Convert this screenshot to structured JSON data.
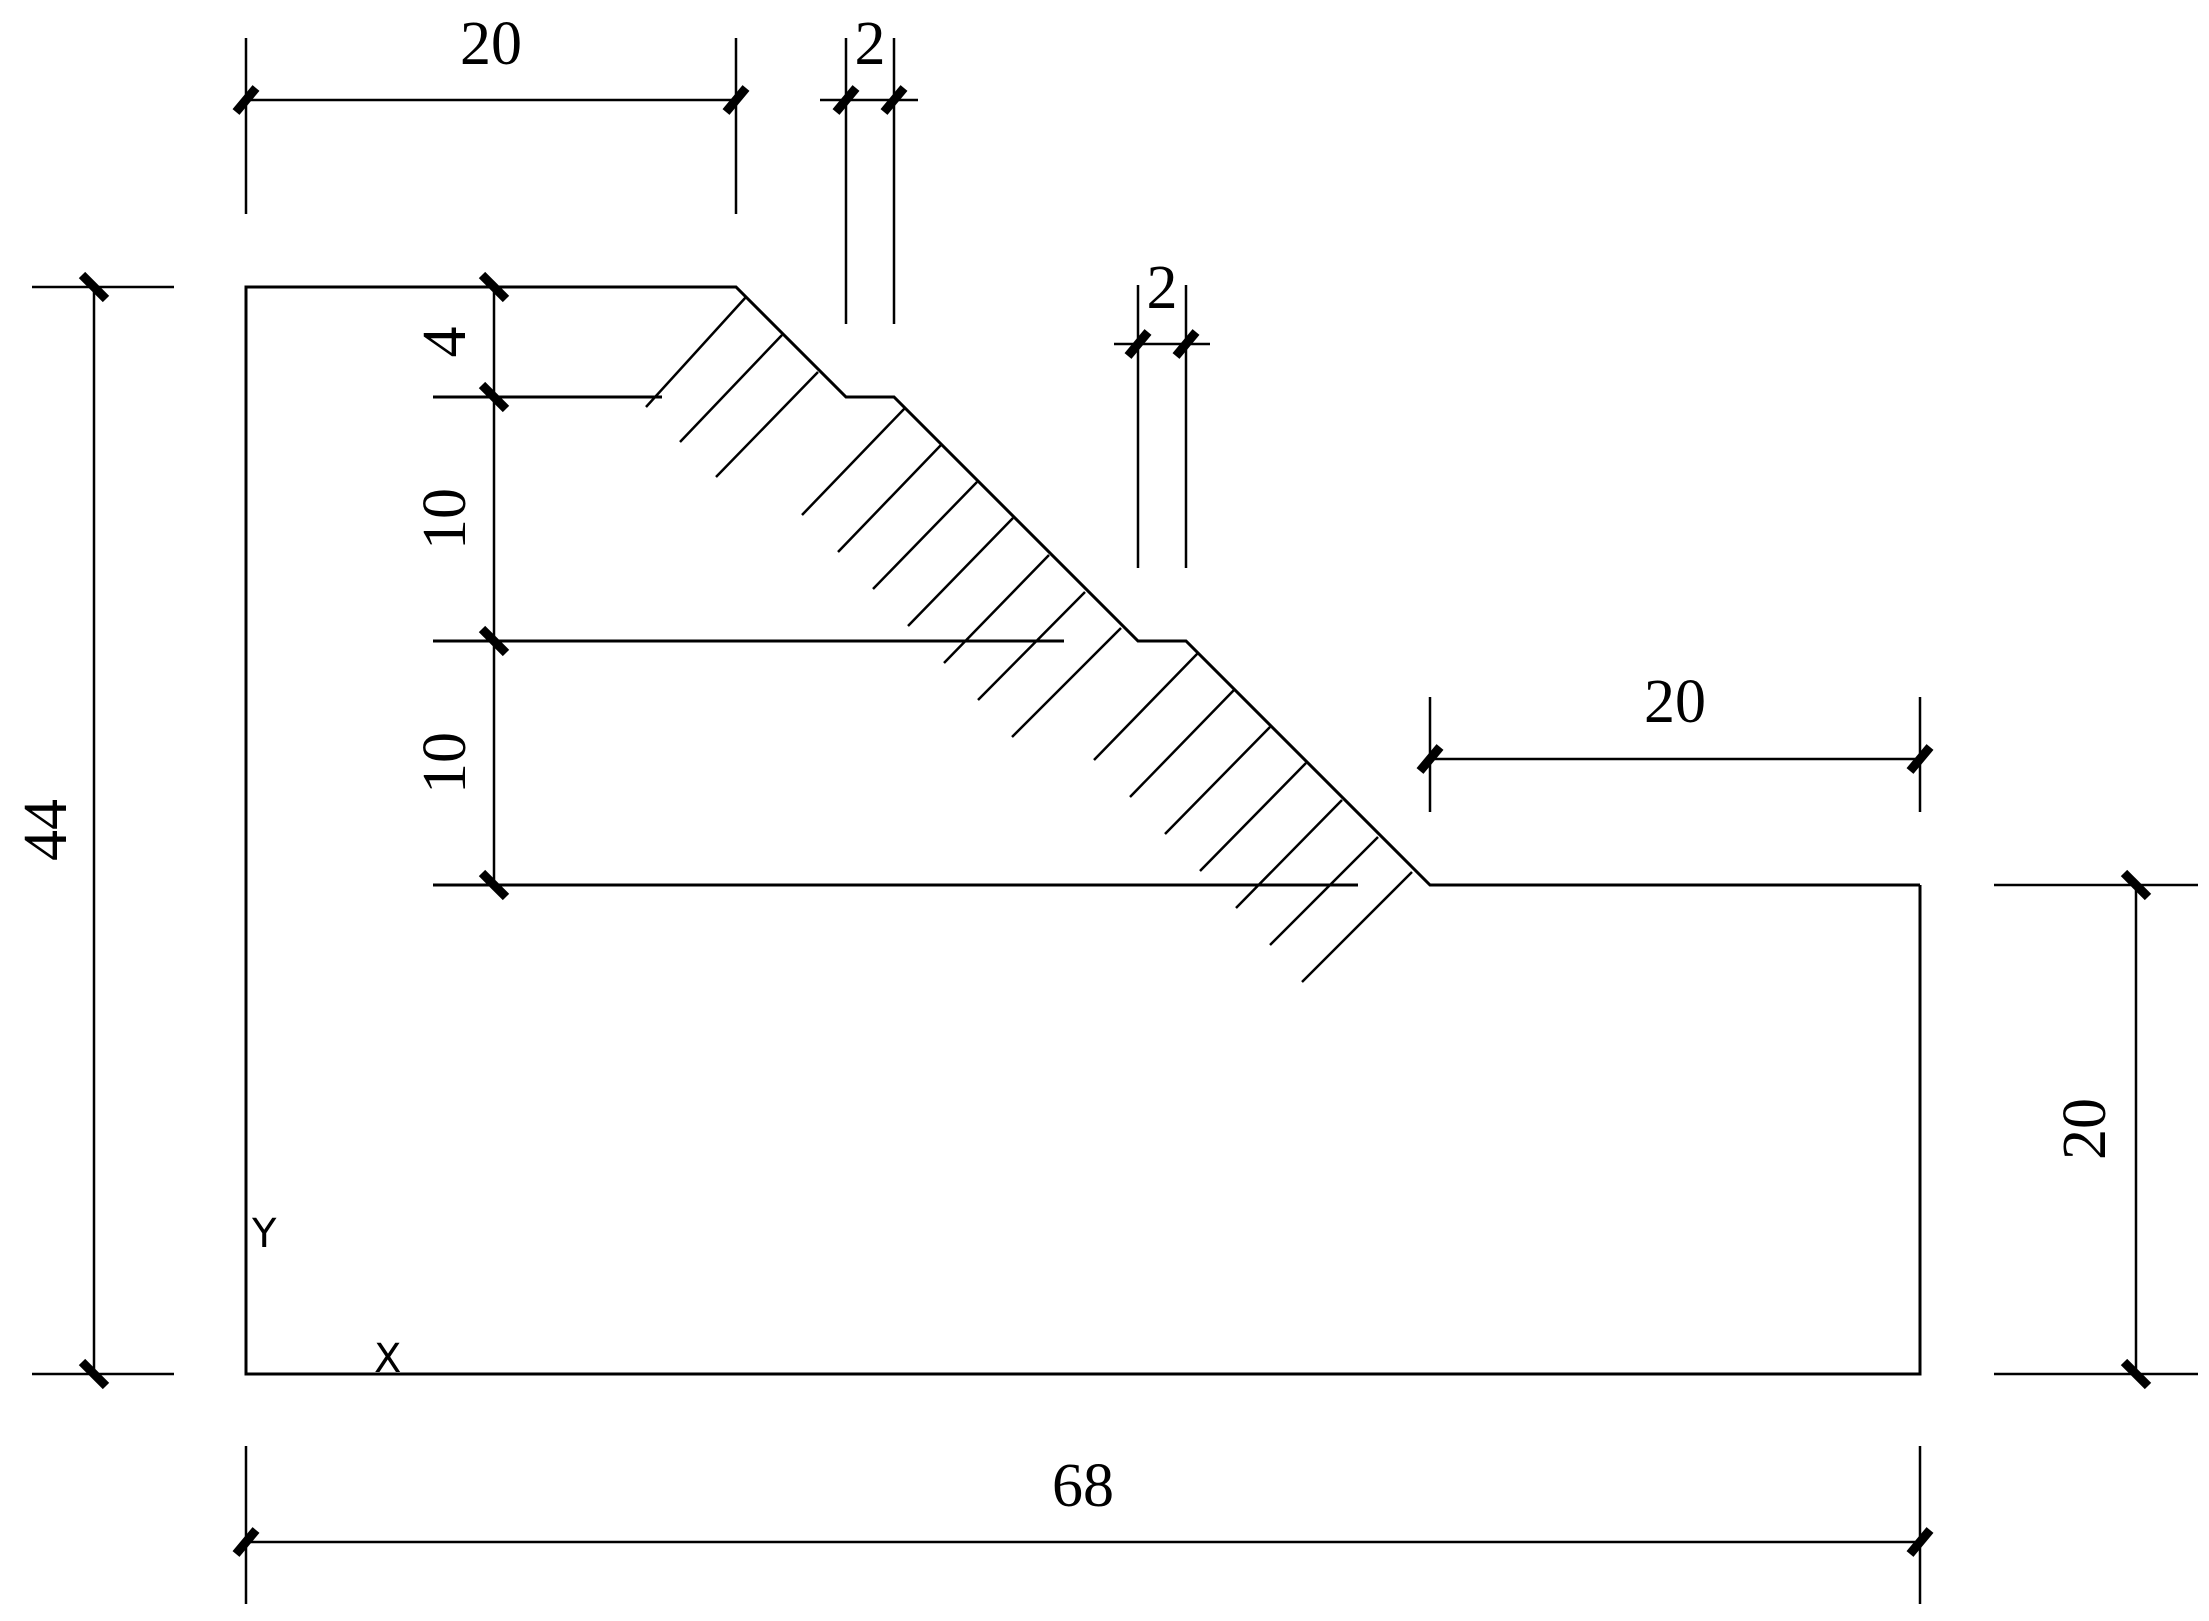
{
  "dimensions": {
    "top_crest_width": "20",
    "berm_width_upper": "2",
    "berm_width_lower": "2",
    "toe_bench_width": "20",
    "total_width": "68",
    "total_height": "44",
    "layer_top": "4",
    "layer_middle": "10",
    "layer_lower": "10",
    "base_height": "20"
  },
  "axes": {
    "x_label": "X",
    "y_label": "Y"
  }
}
